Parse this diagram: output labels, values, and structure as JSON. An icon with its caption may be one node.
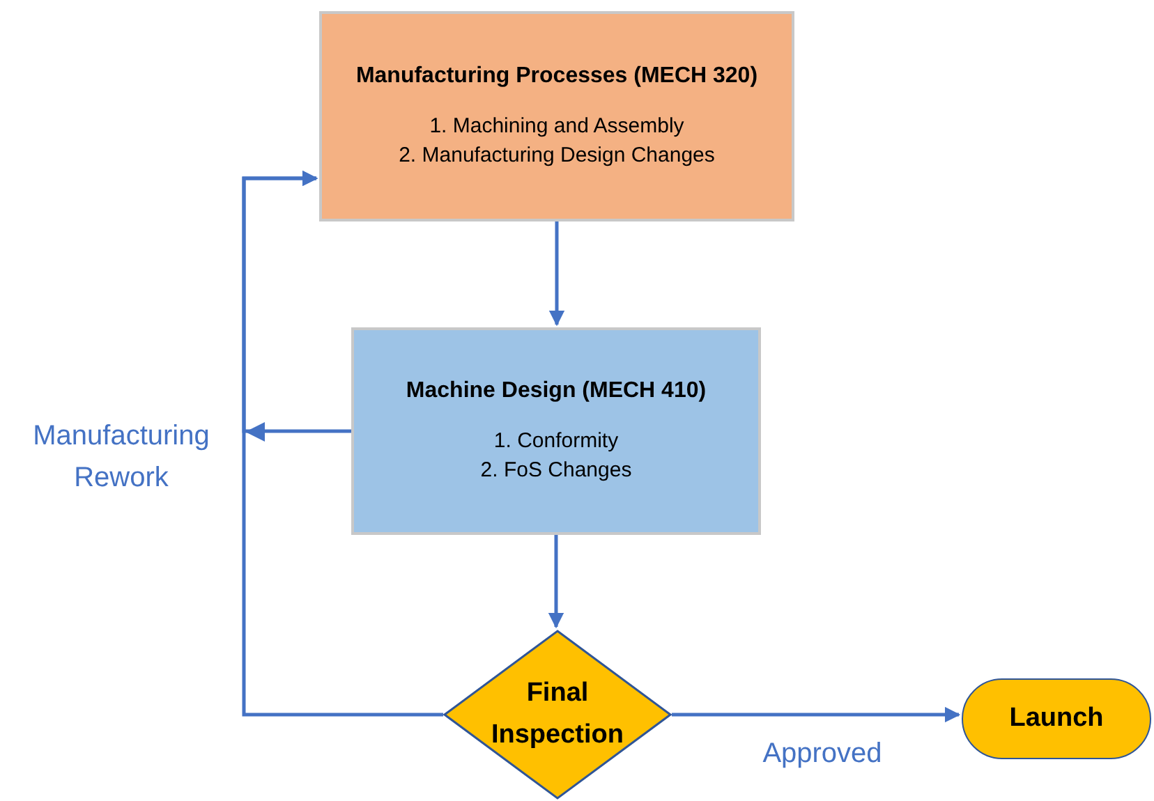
{
  "diagram": {
    "nodes": [
      {
        "text": [
          "Manufacturing Processes (MECH 320)",
          "1. Machining and Assembly",
          "2. Manufacturing Design Changes"
        ]
      },
      {
        "text": [
          "Machine Design (MECH 410)",
          "1. Conformity",
          "2. FoS Changes"
        ]
      },
      {
        "text": [
          "Final Inspection"
        ]
      },
      {
        "text": [
          "Launch"
        ]
      }
    ],
    "edges": [
      {
        "from": 0,
        "to": 1,
        "arrow": "to"
      },
      {
        "from": 1,
        "to": 2,
        "arrow": "to"
      },
      {
        "from": 2,
        "to": 3,
        "arrow": "to",
        "label": "Approved"
      },
      {
        "from": 2,
        "to": 0,
        "arrow": "to",
        "label": "Manufacturing Rework"
      },
      {
        "from": 1,
        "to": 0,
        "arrow": "to"
      }
    ]
  }
}
